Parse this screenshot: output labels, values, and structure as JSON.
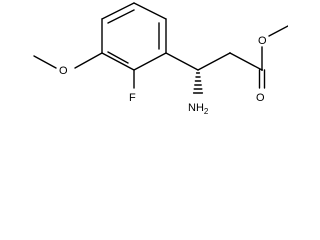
{
  "molecule": {
    "atom_labels": {
      "methoxy_oxygen": "O",
      "fluorine": "F",
      "amino": "NH",
      "amino_subscript": "2",
      "ester_oxygen": "O",
      "carbonyl_oxygen": "O"
    },
    "colors": {
      "bonds": "#000000",
      "labels": "#000000",
      "background": "#ffffff"
    }
  }
}
